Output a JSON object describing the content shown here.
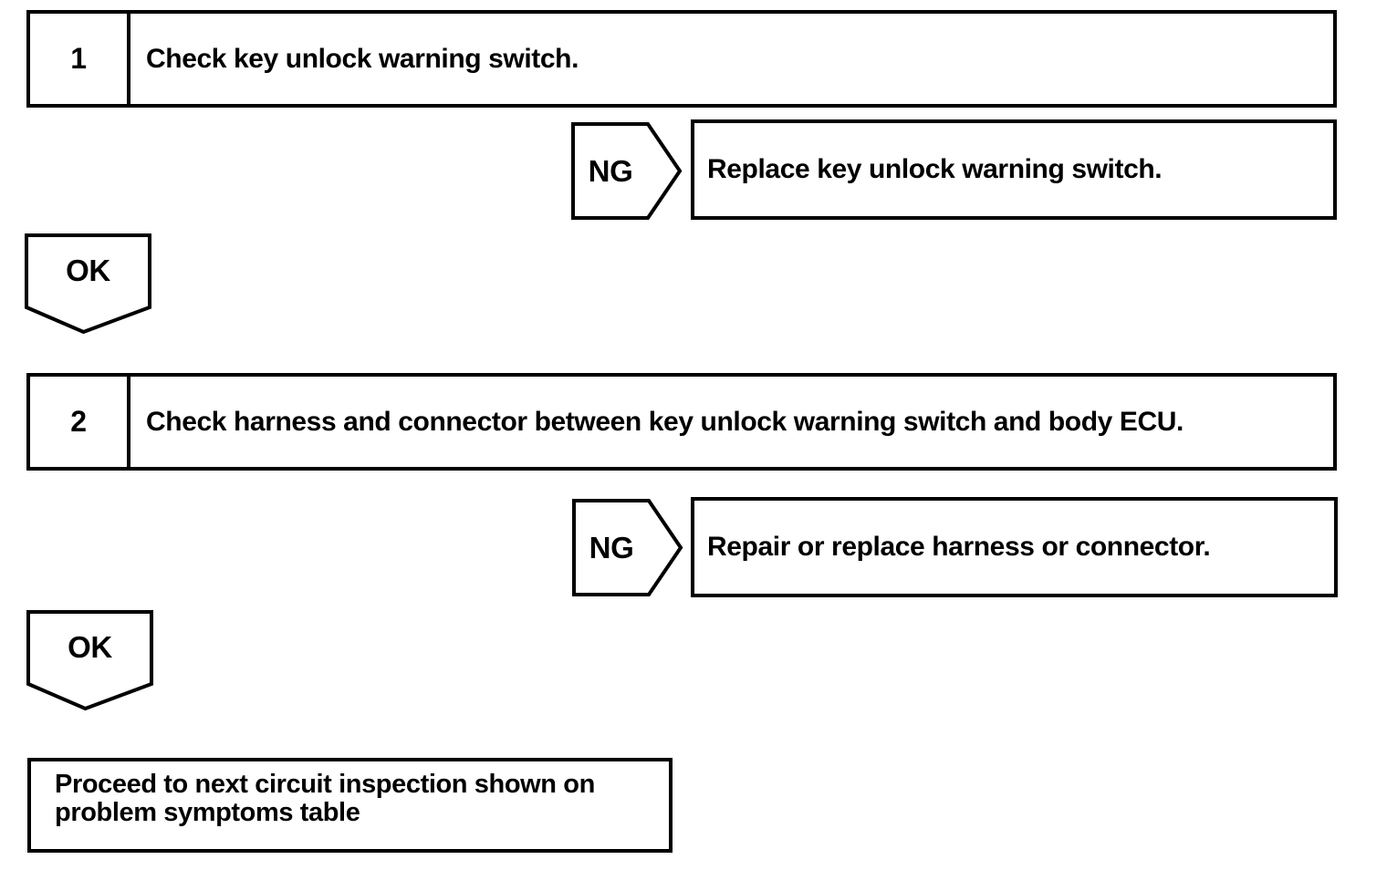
{
  "flowchart": {
    "steps": [
      {
        "number": "1",
        "instruction": "Check key unlock warning switch.",
        "ng_label": "NG",
        "ng_action": "Replace key unlock warning switch.",
        "ok_label": "OK"
      },
      {
        "number": "2",
        "instruction": "Check harness and connector between key unlock warning switch and body ECU.",
        "ng_label": "NG",
        "ng_action": "Repair or replace harness or connector.",
        "ok_label": "OK"
      }
    ],
    "terminal": "Proceed to next circuit inspection shown on problem symptoms table",
    "colors": {
      "line": "#000000",
      "background": "#ffffff",
      "text": "#000000"
    }
  }
}
